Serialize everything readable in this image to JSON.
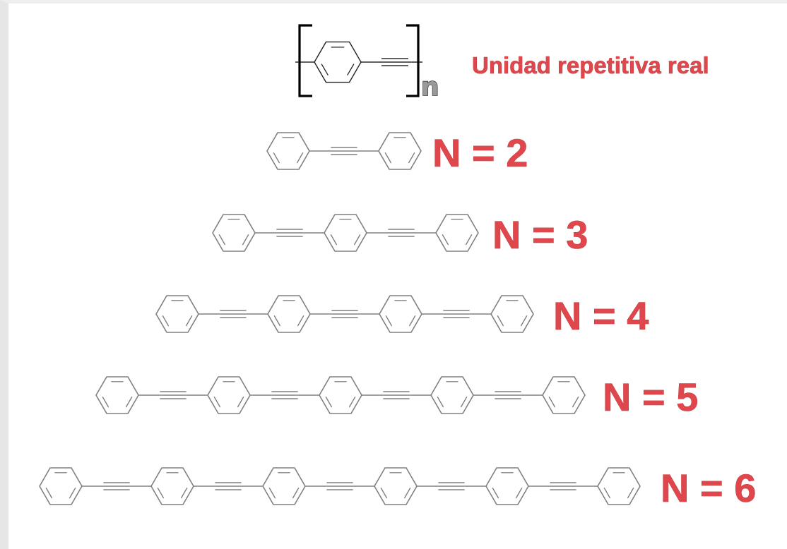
{
  "repeat_unit": {
    "subscript": "n",
    "label": "Unidad repetitiva real"
  },
  "oligomers": [
    {
      "rings": 2,
      "label": "N = 2"
    },
    {
      "rings": 3,
      "label": "N = 3"
    },
    {
      "rings": 4,
      "label": "N = 4"
    },
    {
      "rings": 5,
      "label": "N = 5"
    },
    {
      "rings": 6,
      "label": "N = 6"
    }
  ],
  "colors": {
    "label_red": "#e0474c",
    "bond_gray": "#808080",
    "bracket_black": "#000000"
  }
}
